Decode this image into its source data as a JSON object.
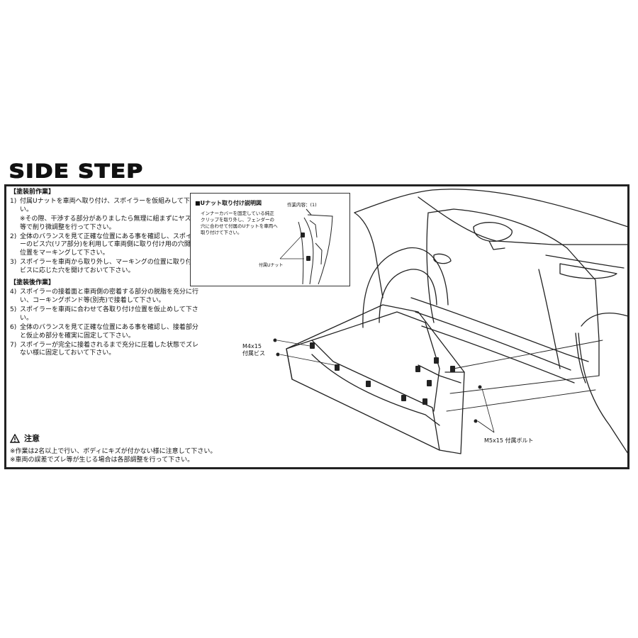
{
  "title": "SIDE STEP",
  "pre_paint": {
    "heading": "【塗装前作業】",
    "items": [
      {
        "num": "1)",
        "text": "付属Uナットを車両へ取り付け、スポイラーを仮組みして下さい。"
      },
      {
        "num": "2)",
        "text": "全体のバランスを見て正確な位置にある事を確認し、スポイラーのビス穴(リア部分)を利用して車両側に取り付け用の穴開け位置をマーキングして下さい。"
      },
      {
        "num": "3)",
        "text": "スポイラーを車両から取り外し、マーキングの位置に取り付けビスに応じた穴を開けておいて下さい。"
      }
    ],
    "note": "※その際、干渉する部分がありましたら無理に組まずにヤスリ等で削り微調整を行って下さい。"
  },
  "post_paint": {
    "heading": "【塗装後作業】",
    "items": [
      {
        "num": "4)",
        "text": "スポイラーの接着面と車両側の密着する部分の脱脂を充分に行い、コーキングボンド等(別売)で接着して下さい。"
      },
      {
        "num": "5)",
        "text": "スポイラーを車両に合わせて各取り付け位置を仮止めして下さい。"
      },
      {
        "num": "6)",
        "text": "全体のバランスを見て正確な位置にある事を確認し、接着部分と仮止め部分を確実に固定して下さい。"
      },
      {
        "num": "7)",
        "text": "スポイラーが完全に接着されるまで充分に圧着した状態でズレない様に固定しておいて下さい。"
      }
    ]
  },
  "caution": {
    "heading": "注意",
    "lines": [
      "※作業は2名以上で行い、ボディにキズが付かない様に注意して下さい。",
      "※車両の誤差でズレ等が生じる場合は各部調整を行って下さい。"
    ]
  },
  "inset": {
    "title": "■Uナット取り付け説明図",
    "work": "作業内容：(1)",
    "description": "インナーカバーを固定している純正クリップを取り外し、フェンダーの穴に合わせて付属のUナットを車両へ取り付けて下さい。",
    "unut_label": "付属Uナット"
  },
  "labels": {
    "m4_size": "M4x15",
    "m4_name": "付属ビス",
    "m5": "M5x15 付属ボルト"
  }
}
